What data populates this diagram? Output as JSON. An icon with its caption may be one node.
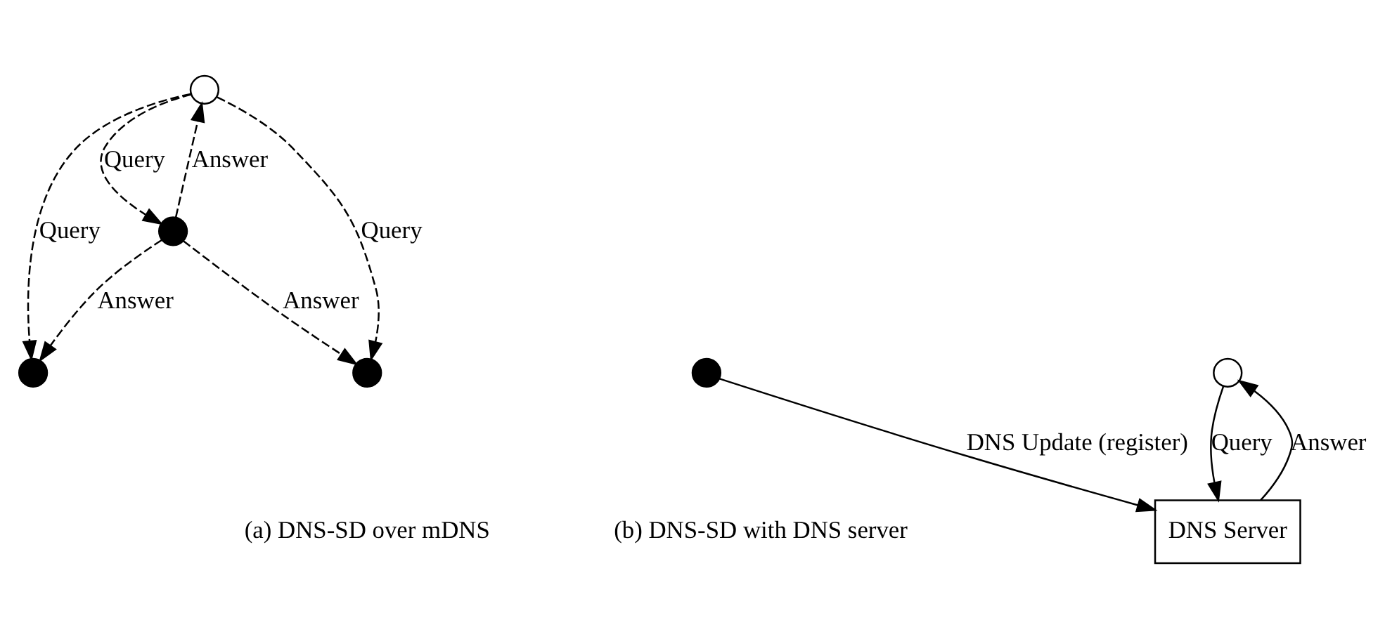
{
  "diagram": {
    "nodes": [
      {
        "text": [],
        "shape": "circle"
      },
      {
        "text": [],
        "shape": "circle"
      },
      {
        "text": [],
        "shape": "circle"
      },
      {
        "text": [],
        "shape": "circle"
      },
      {
        "text": [
          "DNS Server"
        ]
      },
      {
        "text": [],
        "shape": "circle"
      },
      {
        "text": [],
        "shape": "circle"
      }
    ],
    "edges": [
      {
        "from": 0,
        "to": 1,
        "arrow": "to",
        "label": "Query",
        "style": "dashed"
      },
      {
        "from": 2,
        "to": 1,
        "arrow": "to",
        "label": "Answer",
        "style": "dashed"
      },
      {
        "from": 0,
        "to": 2,
        "arrow": "to",
        "label": "Query",
        "style": "dashed"
      },
      {
        "from": 2,
        "to": 0,
        "arrow": "to",
        "label": "Answer",
        "style": "dashed"
      },
      {
        "from": 0,
        "to": 3,
        "arrow": "to",
        "label": "Query",
        "style": "dashed"
      },
      {
        "from": 2,
        "to": 3,
        "arrow": "to",
        "label": "Answer",
        "style": "dashed"
      },
      {
        "from": 5,
        "to": 4,
        "arrow": "to",
        "label": "Query"
      },
      {
        "from": 4,
        "to": 5,
        "arrow": "to",
        "label": "Answer"
      },
      {
        "from": 6,
        "to": 4,
        "arrow": "to",
        "label": "DNS Update (register)"
      }
    ],
    "labels": [
      "(a) DNS-SD over mDNS",
      "(b) DNS-SD with DNS server"
    ]
  }
}
